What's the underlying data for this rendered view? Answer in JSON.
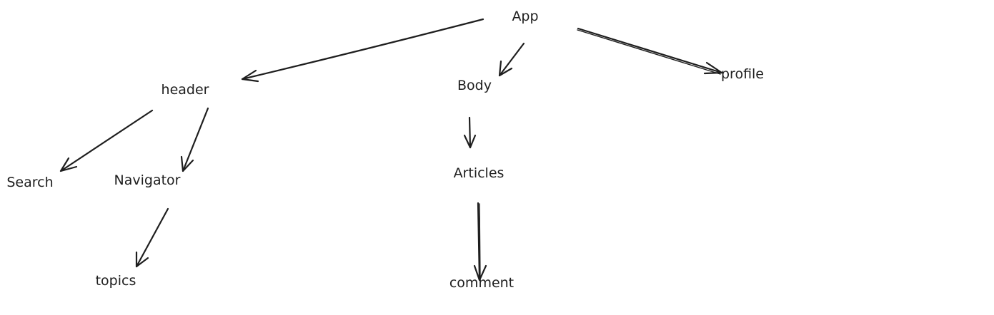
{
  "diagram": {
    "type": "tree",
    "nodes": [
      {
        "id": "app",
        "label": "App"
      },
      {
        "id": "header",
        "label": "header"
      },
      {
        "id": "body",
        "label": "Body"
      },
      {
        "id": "profile",
        "label": "profile"
      },
      {
        "id": "search",
        "label": "Search"
      },
      {
        "id": "navigator",
        "label": "Navigator"
      },
      {
        "id": "topics",
        "label": "topics"
      },
      {
        "id": "articles",
        "label": "Articles"
      },
      {
        "id": "comment",
        "label": "comment"
      }
    ],
    "edges": [
      {
        "from": "app",
        "to": "header"
      },
      {
        "from": "app",
        "to": "body"
      },
      {
        "from": "app",
        "to": "profile"
      },
      {
        "from": "header",
        "to": "search"
      },
      {
        "from": "header",
        "to": "navigator"
      },
      {
        "from": "navigator",
        "to": "topics"
      },
      {
        "from": "body",
        "to": "articles"
      },
      {
        "from": "articles",
        "to": "comment"
      }
    ],
    "stroke_color": "#1e1e1e",
    "background_color": "#ffffff"
  }
}
